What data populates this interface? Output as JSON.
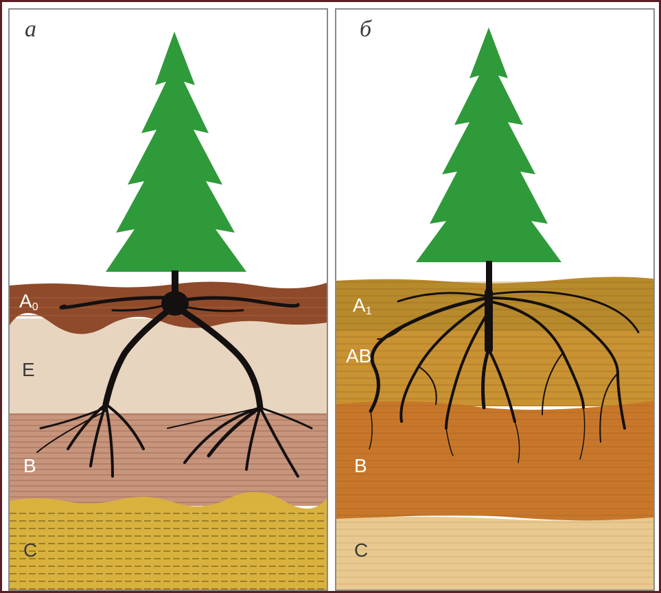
{
  "panels": [
    {
      "letter": "а",
      "horizons": [
        {
          "base": "A",
          "sub": "0",
          "tone": "light"
        },
        {
          "base": "E",
          "sub": "",
          "tone": "dark"
        },
        {
          "base": "B",
          "sub": "",
          "tone": "light"
        },
        {
          "base": "C",
          "sub": "",
          "tone": "dark"
        }
      ]
    },
    {
      "letter": "б",
      "horizons": [
        {
          "base": "A",
          "sub": "1",
          "tone": "light"
        },
        {
          "base": "AB",
          "sub": "",
          "tone": "light"
        },
        {
          "base": "B",
          "sub": "",
          "tone": "light"
        },
        {
          "base": "C",
          "sub": "",
          "tone": "dark"
        }
      ]
    }
  ],
  "colors": {
    "frame": "#5a1f24",
    "tree": "#2f9a3a",
    "roots": "#141010",
    "a_litter": "#8e4a2a",
    "a_eluvial": "#e8d5c0",
    "a_illuvial": "#c7947c",
    "a_parent": "#d9b23e",
    "b_humus": "#b78a2c",
    "b_transition": "#c99232",
    "b_illuvial": "#c8772a",
    "b_parent": "#e8c98f"
  }
}
